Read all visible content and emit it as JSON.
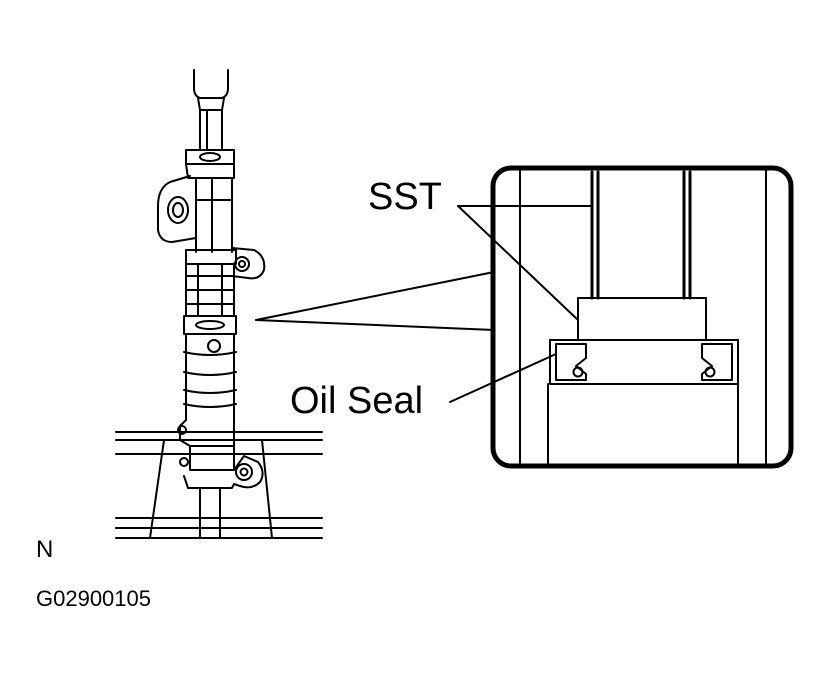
{
  "figure": {
    "callouts": {
      "sst": "SST",
      "oil_seal": "Oil Seal"
    },
    "orientation_mark": "N",
    "figure_code": "G02900105"
  },
  "colors": {
    "line": "#000000",
    "background": "#ffffff"
  }
}
